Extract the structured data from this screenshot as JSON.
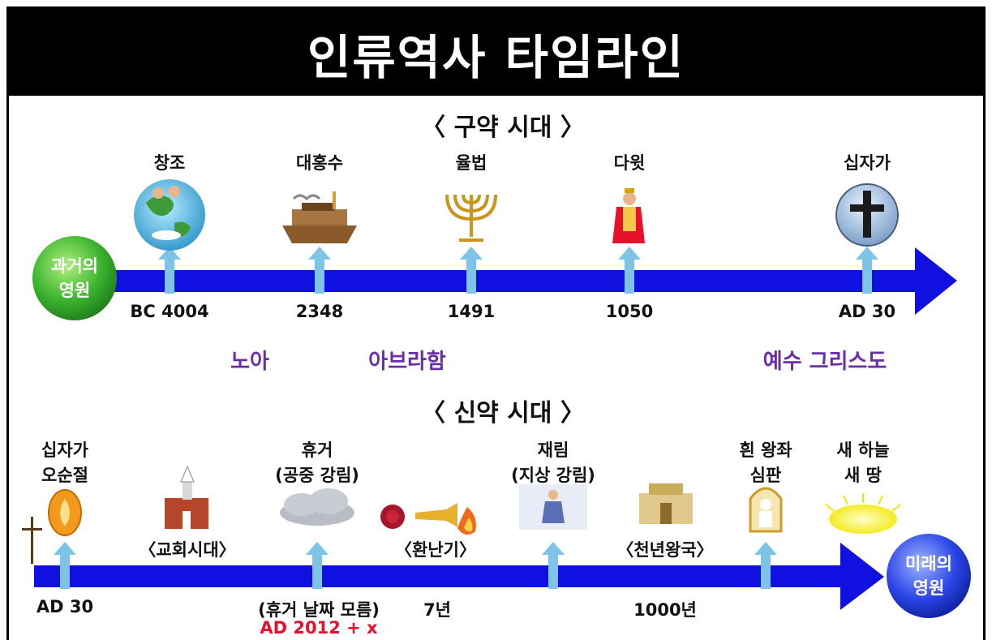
{
  "title": "인류역사 타임라인",
  "ot": {
    "heading": "〈 구약 시대 〉",
    "start_circle": {
      "line1": "과거의",
      "line2": "영원"
    },
    "events": [
      {
        "label": "창조",
        "year": "BC 4004",
        "icon": "earth-creation-icon"
      },
      {
        "label": "대홍수",
        "year": "2348",
        "icon": "noah-ark-icon"
      },
      {
        "label": "율법",
        "year": "1491",
        "icon": "menorah-icon"
      },
      {
        "label": "다윗",
        "year": "1050",
        "icon": "king-david-icon"
      },
      {
        "label": "십자가",
        "year": "AD 30",
        "icon": "cross-globe-icon"
      }
    ],
    "people": [
      "노아",
      "아브라함",
      "예수 그리스도"
    ]
  },
  "nt": {
    "heading": "〈 신약 시대 〉",
    "end_circle": {
      "line1": "미래의",
      "line2": "영원"
    },
    "events": [
      {
        "line1": "십자가",
        "line2": "오순절",
        "icon": "flame-seed-icon"
      },
      {
        "line1": "휴거",
        "line2": "(공중 강림)",
        "icon": "cloud-icon"
      },
      {
        "line1": "재림",
        "line2": "(지상 강림)",
        "icon": "second-coming-icon"
      },
      {
        "line1": "흰 왕좌",
        "line2": "심판",
        "icon": "white-throne-icon"
      },
      {
        "line1": "새 하늘",
        "line2": "새 땅",
        "icon": "new-heaven-icon"
      }
    ],
    "periods": {
      "church": "〈교회시대〉",
      "tribulation": "〈환난기〉",
      "millennium": "〈천년왕국〉"
    },
    "years": {
      "start": "AD 30",
      "rapture": "(휴거 날짜 모름)",
      "rapture_guess": "AD 2012 + x",
      "tribulation": "7년",
      "millennium": "1000년"
    }
  },
  "colors": {
    "arrow": "#1010e0",
    "pointer": "#7ec3e8",
    "people": "#6a2fa8",
    "note": "#e8102a",
    "past": "#2e9c2a",
    "future": "#1c36d8"
  }
}
